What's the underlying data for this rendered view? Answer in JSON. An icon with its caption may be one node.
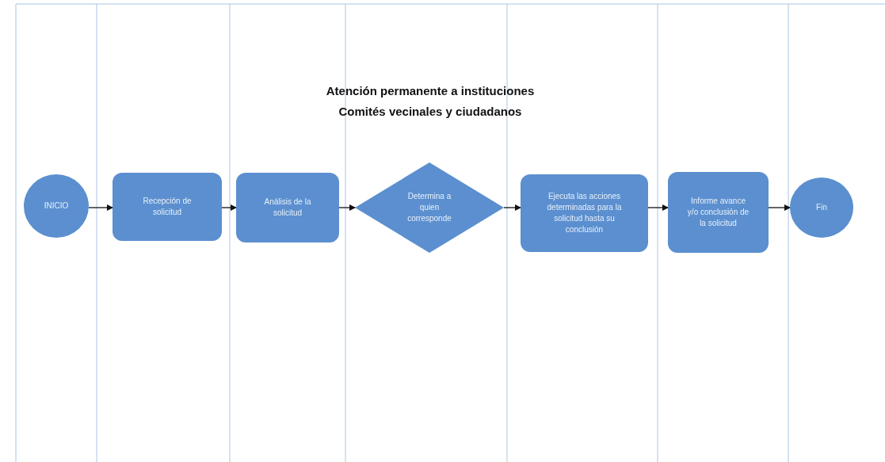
{
  "diagram": {
    "title": "Atención permanente a instituciones Comités vecinales y ciudadanos",
    "nodes": [
      {
        "text": [
          "INICIO"
        ]
      },
      {
        "text": [
          "Recepción de solicitud"
        ]
      },
      {
        "text": [
          "Análisis de la solicitud"
        ]
      },
      {
        "text": [
          "Determina  a quien corresponde"
        ]
      },
      {
        "text": [
          "Ejecuta las acciones determinadas para la solicitud hasta su conclusión"
        ]
      },
      {
        "text": [
          "Informe avance y/o conclusión de la solicitud"
        ]
      },
      {
        "text": [
          "Fin"
        ]
      }
    ],
    "edges": [
      {
        "from": 0,
        "to": 1,
        "arrow": "to"
      },
      {
        "from": 1,
        "to": 2,
        "arrow": "to"
      },
      {
        "from": 2,
        "to": 3,
        "arrow": "to"
      },
      {
        "from": 3,
        "to": 4,
        "arrow": "to"
      },
      {
        "from": 4,
        "to": 5,
        "arrow": "to"
      },
      {
        "from": 5,
        "to": 6,
        "arrow": "to"
      }
    ]
  }
}
